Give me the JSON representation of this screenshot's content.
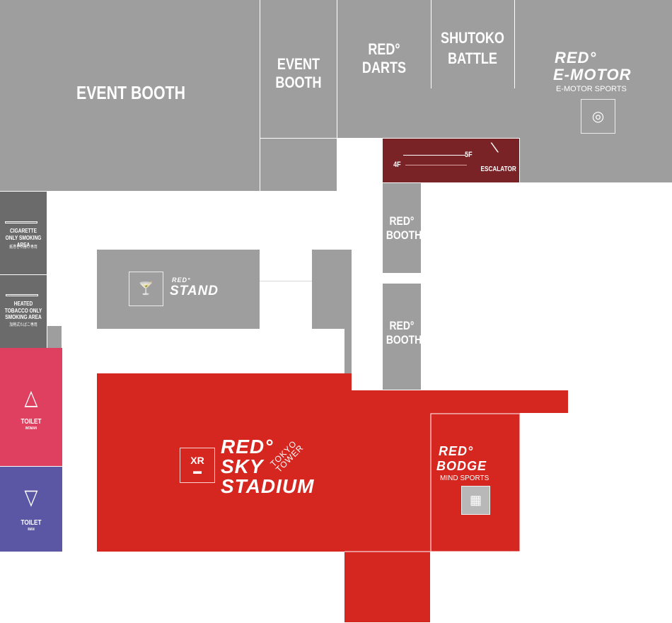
{
  "areas": {
    "event_booth_main": "EVENT BOOTH",
    "event_booth_small": "EVENT BOOTH",
    "red_darts": "RED° DARTS",
    "shutoko_battle": "SHUTOKO BATTLE",
    "emotor": {
      "logo_line1": "RED°",
      "logo_line2": "E-MOTOR",
      "subtitle": "E-MOTOR SPORTS"
    },
    "escalator": {
      "label": "ESCALATOR",
      "up": "5F",
      "down": "4F"
    },
    "red_booth_1": "RED° BOOTH",
    "red_booth_2": "RED° BOOTH",
    "smoking_cigarette": {
      "label": "CIGARETTE ONLY SMOKING AREA",
      "jp": "紙巻きたばこ専用"
    },
    "smoking_heated": {
      "label": "HEATED TOBACCO ONLY SMOKING AREA",
      "jp": "加熱式たばこ専用"
    },
    "toilet_woman": {
      "label": "TOILET",
      "sub": "WOMAN"
    },
    "toilet_man": {
      "label": "TOILET",
      "sub": "MAN"
    },
    "red_stand": {
      "logo_small": "RED°",
      "logo": "STAND"
    },
    "stadium": {
      "xr": "XR",
      "line1": "RED°",
      "line2": "SKY",
      "line3": "STADIUM",
      "tag": "TOKYO TOWER"
    },
    "bodge": {
      "line1": "RED°",
      "line2": "BODGE",
      "subtitle": "MIND SPORTS"
    }
  },
  "colors": {
    "gray": "#9d9e9d",
    "dark_gray": "#6b6b6b",
    "escalator": "#7a2326",
    "red": "#d52620",
    "woman": "#e0405f",
    "man": "#5b57a5"
  }
}
